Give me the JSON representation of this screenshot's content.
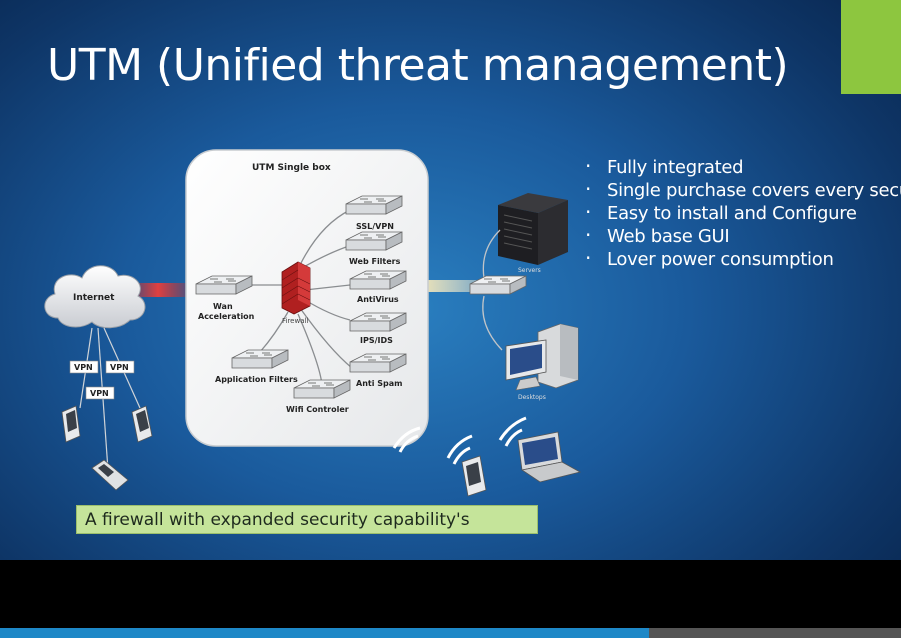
{
  "slide": {
    "title": "UTM (Unified threat management)",
    "caption": "A firewall with expanded security capability's",
    "bullets": [
      "Fully integrated",
      "Single purchase covers every secur",
      "Easy to install and Configure",
      "Web base GUI",
      "Lover power consumption"
    ]
  },
  "diagram": {
    "box_title": "UTM Single box",
    "internet": "Internet",
    "firewall": "Firewall",
    "wan_acceleration": [
      "Wan",
      "Acceleration"
    ],
    "modules": {
      "ssl_vpn": "SSL/VPN",
      "web_filters": "Web Filters",
      "antivirus": "AntiVirus",
      "ips_ids": "IPS/IDS",
      "anti_spam": "Anti Spam",
      "application_filters": "Application  Filters",
      "wifi_controller": "Wifi Controler"
    },
    "vpn_labels": [
      "VPN",
      "VPN",
      "VPN"
    ],
    "servers": "Servers",
    "desktops": "Desktops"
  },
  "player": {
    "progress": 0.72
  },
  "colors": {
    "accent": "#8dc63f",
    "caption_bg": "#c5e49a",
    "progress": "#1e88c7"
  }
}
